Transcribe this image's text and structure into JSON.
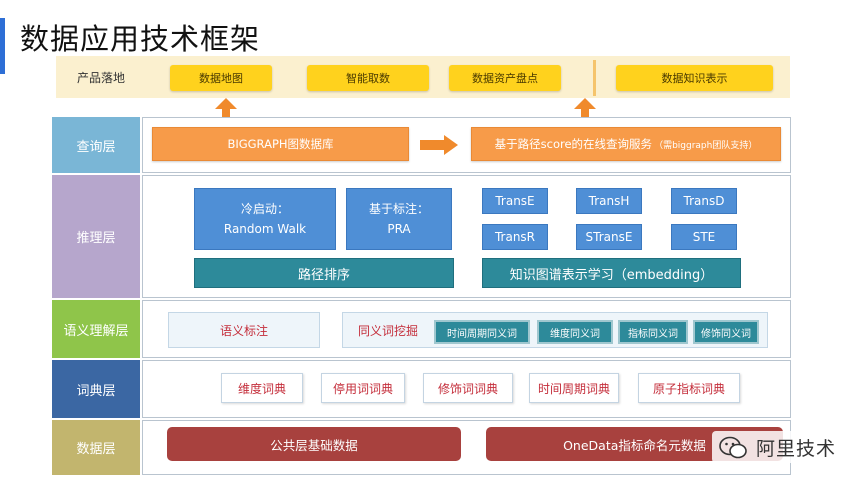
{
  "title": "数据应用技术框架",
  "product": {
    "label": "产品落地",
    "items": [
      "数据地图",
      "智能取数",
      "数据资产盘点",
      "数据知识表示"
    ]
  },
  "query": {
    "label": "查询层",
    "db": "BIGGRAPH图数据库",
    "service": "基于路径score的在线查询服务",
    "service_note": "（需biggraph团队支持）"
  },
  "reasoning": {
    "label": "推理层",
    "cold_start_title": "冷启动：",
    "cold_start_sub": "Random Walk",
    "labeled_title": "基于标注：",
    "labeled_sub": "PRA",
    "models": [
      "TransE",
      "TransH",
      "TransD",
      "TransR",
      "STransE",
      "STE"
    ],
    "path_rank": "路径排序",
    "kg_learning": "知识图谱表示学习（embedding）"
  },
  "semantic": {
    "label": "语义理解层",
    "annotation": "语义标注",
    "synonym_mining": "同义词挖掘",
    "synonyms": [
      "时间周期同义词",
      "维度同义词",
      "指标同义词",
      "修饰同义词"
    ]
  },
  "dictionary": {
    "label": "词典层",
    "items": [
      "维度词典",
      "停用词词典",
      "修饰词词典",
      "时间周期词典",
      "原子指标词典"
    ]
  },
  "data": {
    "label": "数据层",
    "public": "公共层基础数据",
    "onedata": "OneData指标命名元数据"
  },
  "watermark": "阿里技术",
  "colors": {
    "product_label": "#fbf0cf",
    "query_label": "#7ab6d6",
    "reasoning_label": "#b6a6cc",
    "semantic_label": "#8fc54a",
    "dictionary_label": "#3b67a3",
    "data_label": "#c2b56e"
  }
}
